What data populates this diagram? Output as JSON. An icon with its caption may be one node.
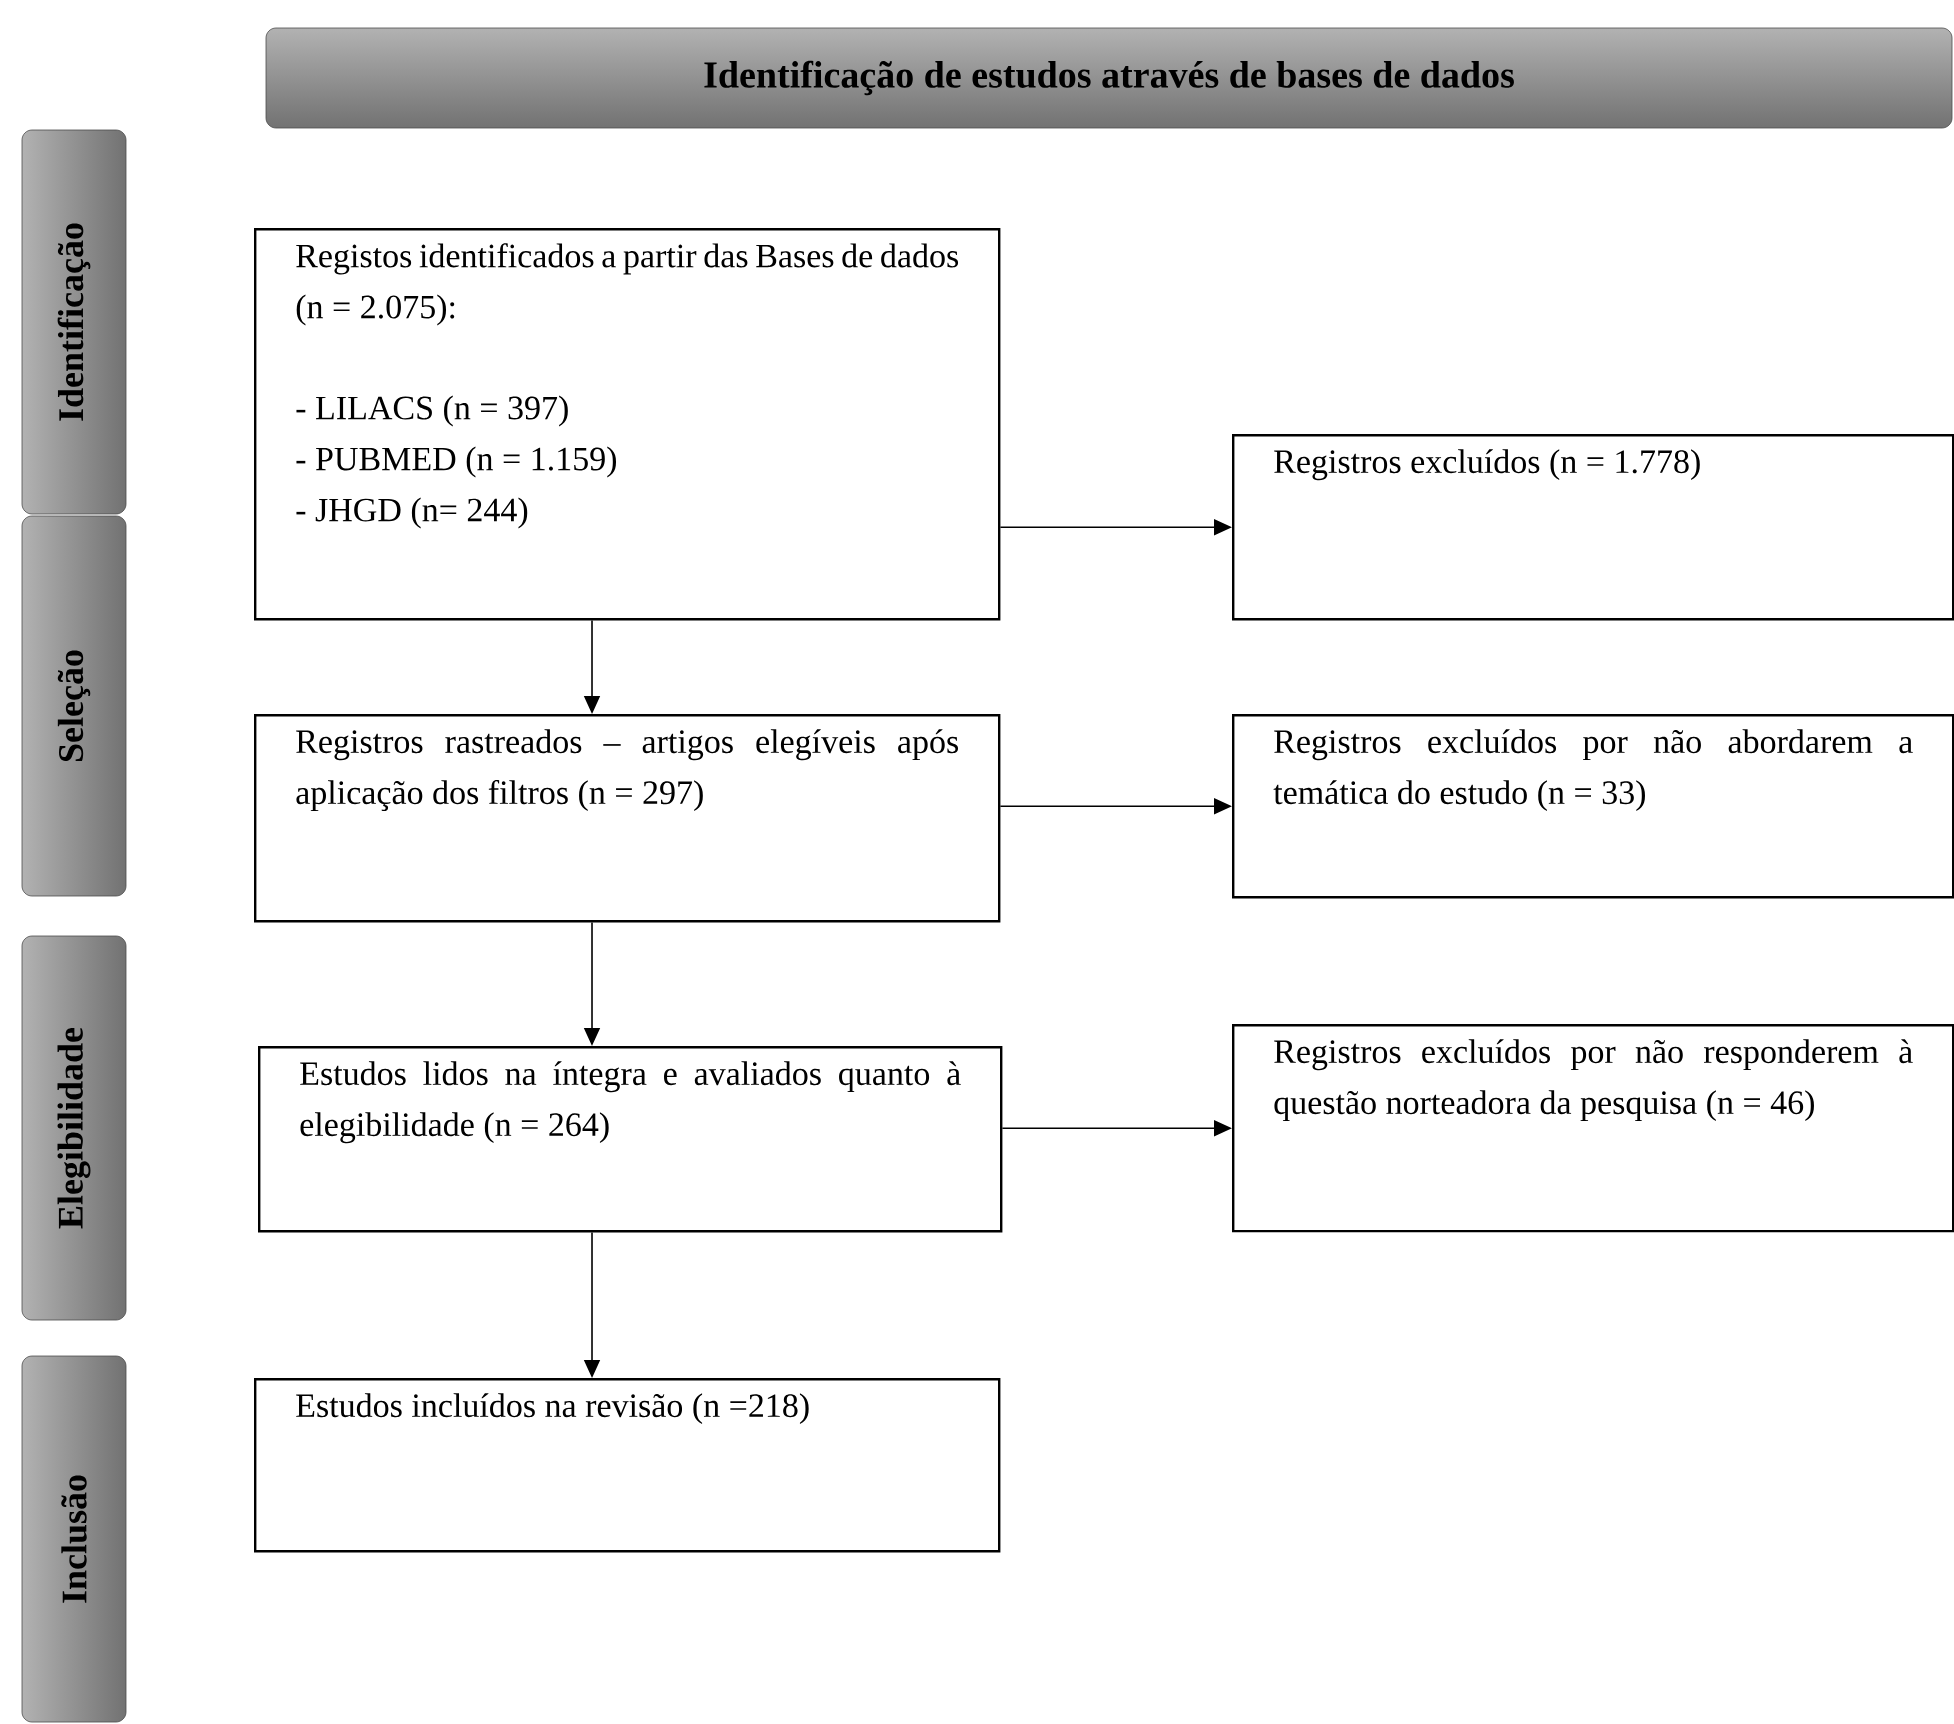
{
  "diagram": {
    "nodes": [
      {
        "text": [
          "Identificação de estudos através de bases de dados"
        ]
      },
      {
        "text": [
          "Identificação"
        ]
      },
      {
        "text": [
          "Seleção"
        ]
      },
      {
        "text": [
          "Elegibilidade"
        ]
      },
      {
        "text": [
          "Inclusão"
        ]
      },
      {
        "text": [
          "Registos identificados a partir das Bases de dados (n = 2.075):",
          "- LILACS (n = 397)",
          "- PUBMED (n = 1.159)",
          "- JHGD (n= 244)"
        ]
      },
      {
        "text": [
          "Registros excluídos (n = 1.778)"
        ]
      },
      {
        "text": [
          "Registros rastreados – artigos elegíveis após aplicação dos filtros  (n = 297)"
        ]
      },
      {
        "text": [
          "Registros excluídos por não abordarem a temática do estudo (n = 33)"
        ]
      },
      {
        "text": [
          "Estudos lidos na íntegra e avaliados quanto à elegibilidade (n = 264)"
        ]
      },
      {
        "text": [
          "Registros excluídos por não responderem à questão norteadora da pesquisa (n = 46)"
        ]
      },
      {
        "text": [
          "Estudos incluídos na revisão (n =218)"
        ]
      }
    ],
    "edges": [
      {
        "from": 5,
        "to": 6,
        "arrow": "to"
      },
      {
        "from": 5,
        "to": 7,
        "arrow": "to"
      },
      {
        "from": 7,
        "to": 8,
        "arrow": "to"
      },
      {
        "from": 7,
        "to": 9,
        "arrow": "to"
      },
      {
        "from": 9,
        "to": 10,
        "arrow": "to"
      },
      {
        "from": 9,
        "to": 11,
        "arrow": "to"
      }
    ]
  }
}
